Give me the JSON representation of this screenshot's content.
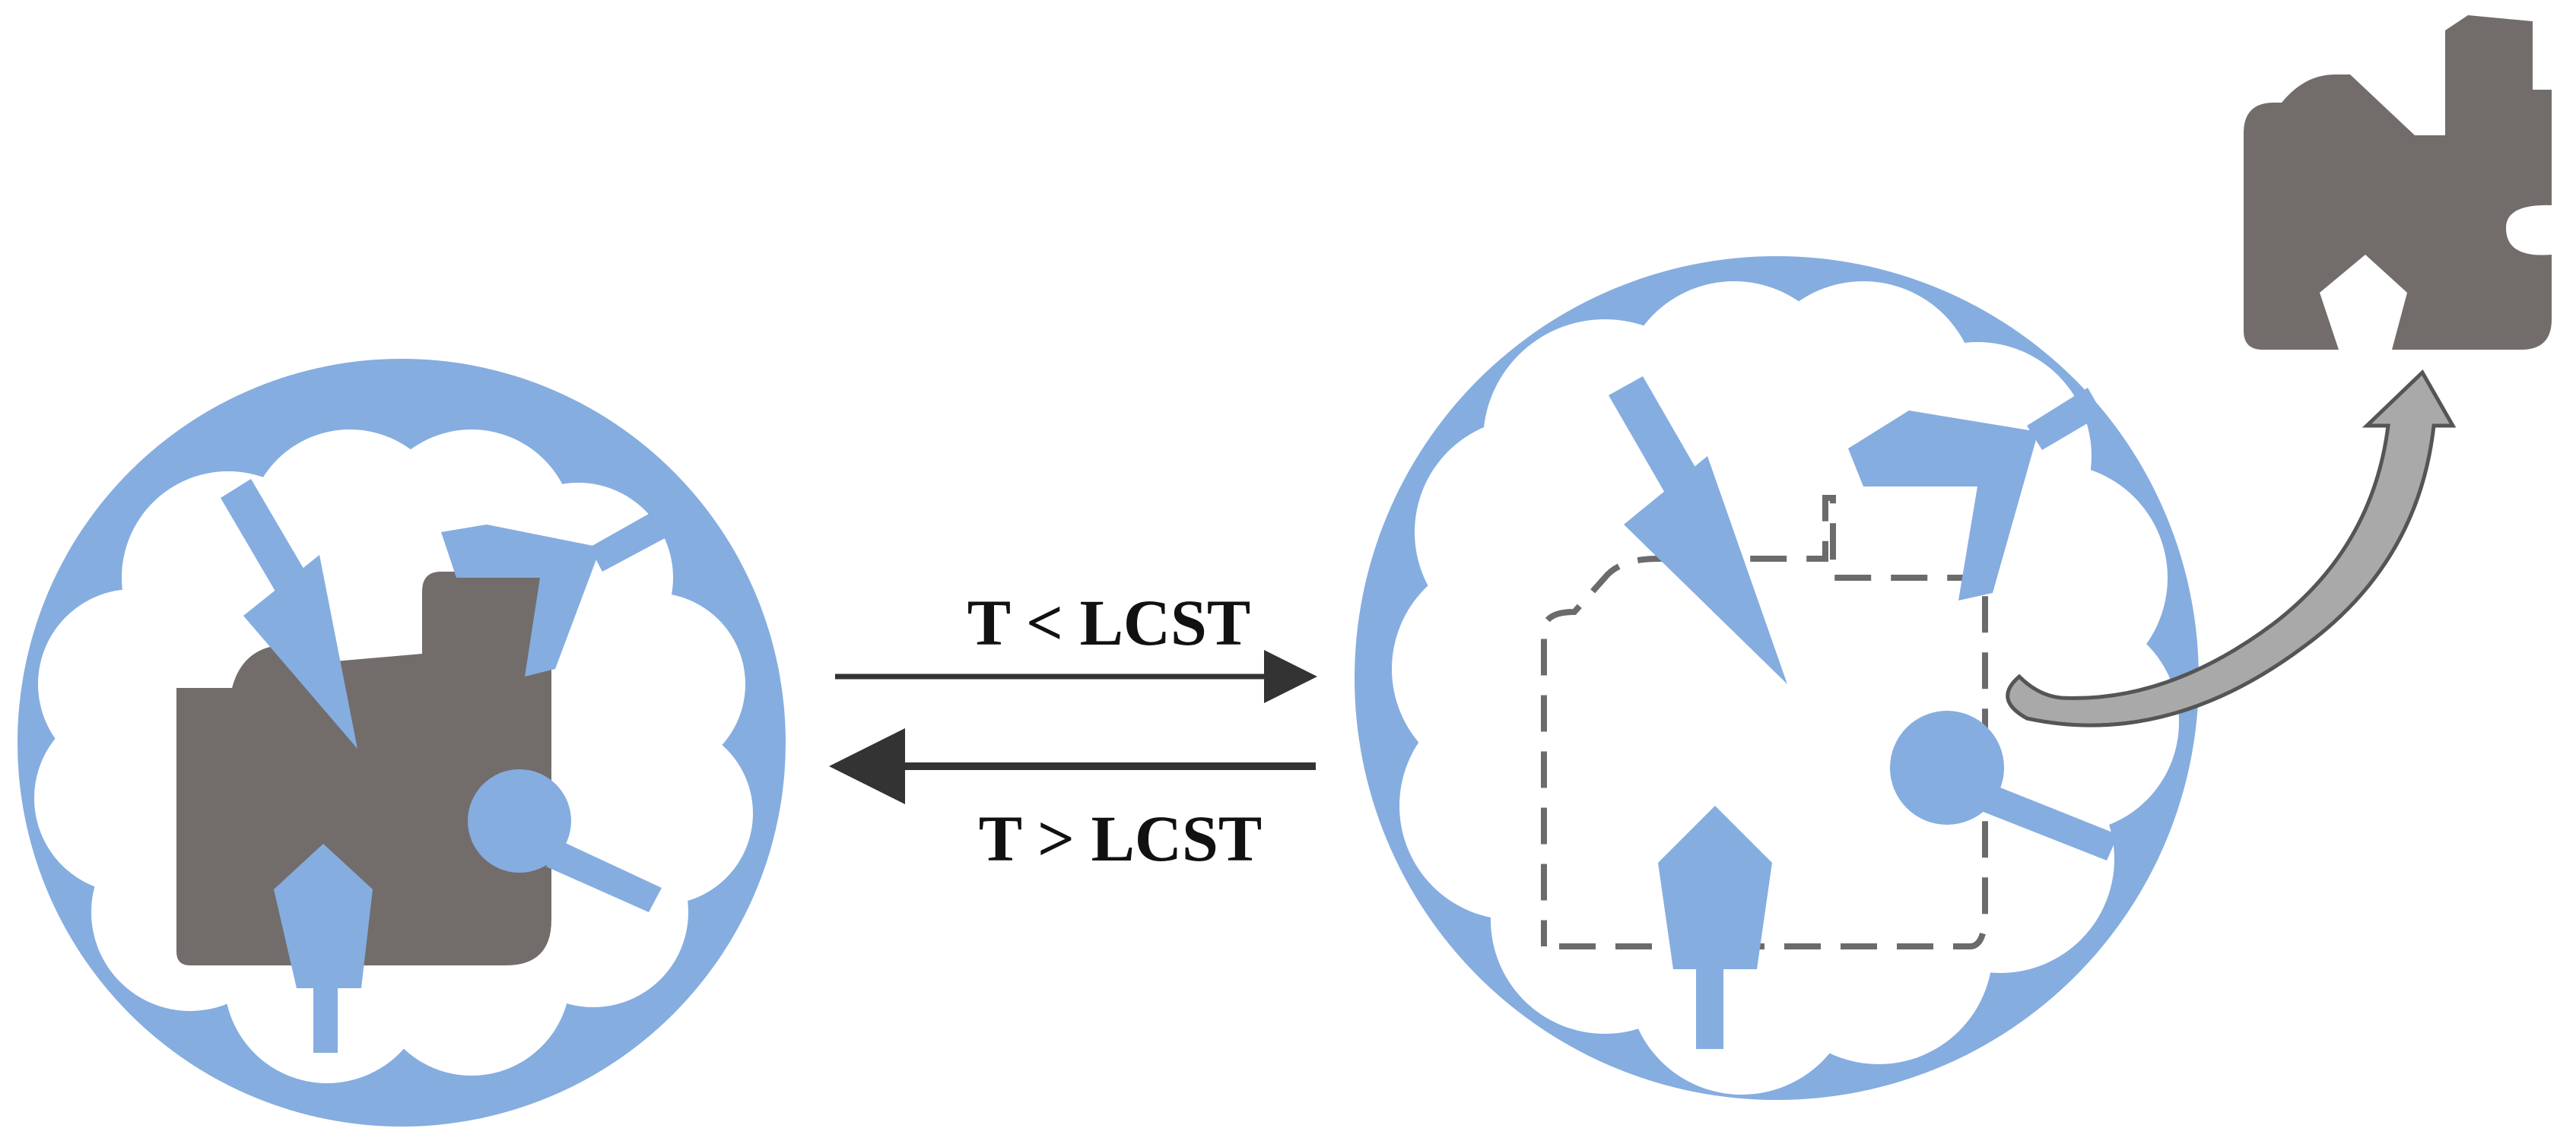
{
  "transition": {
    "forward_label": "T < LCST",
    "reverse_label": "T > LCST"
  },
  "colors": {
    "polymer_blue": "#85ade0",
    "guest_gray": "#726d6b",
    "arrow_dark": "#333333",
    "dash_gray": "#6b6b6b",
    "release_arrow_fill": "#a9a9a9"
  },
  "icons": {
    "left_state": "polymer-globule-with-bound-guest",
    "right_state": "swollen-polymer-with-released-guest",
    "guest": "puzzle-piece-guest-icon"
  }
}
